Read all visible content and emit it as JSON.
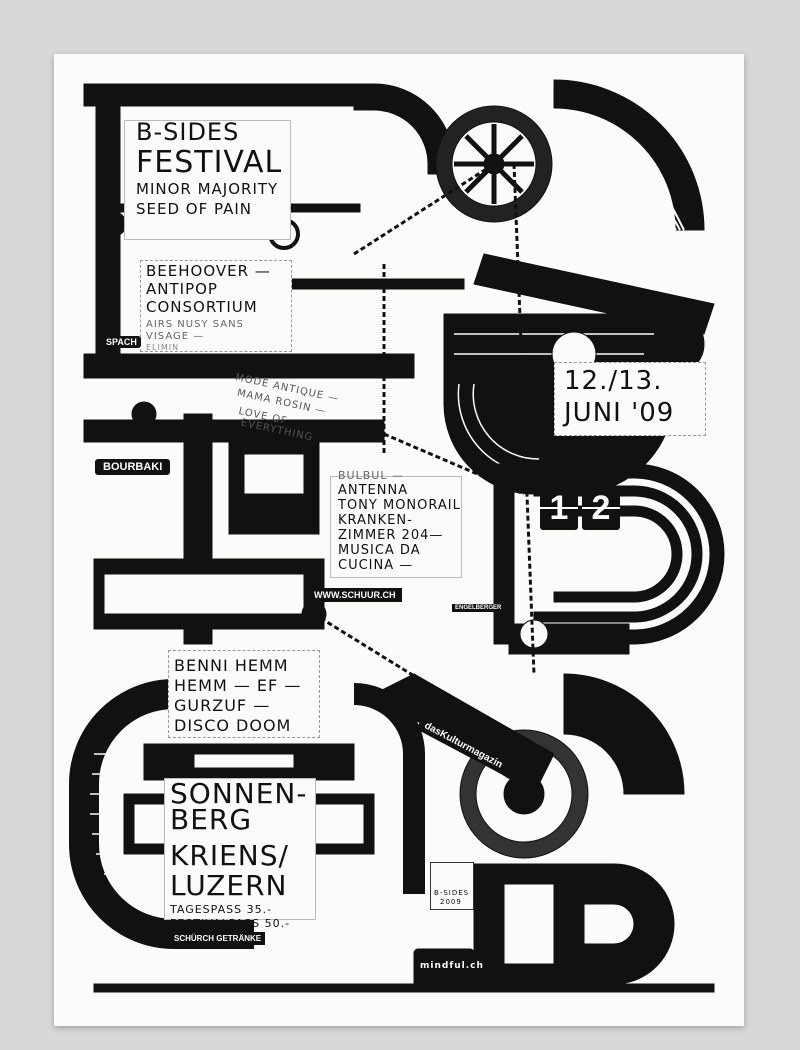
{
  "poster": {
    "headline": {
      "line1": "B-SIDES",
      "line2": "FESTIVAL",
      "line3": "MINOR MAJORITY",
      "line4": "SEED OF PAIN"
    },
    "lineup_block_1": [
      "BEEHOOVER —",
      "ANTIPOP",
      "CONSORTIUM",
      "AIRS NUSY SANS",
      "VISAGE —",
      "ELIMIN"
    ],
    "lineup_block_2": [
      "MODE ANTIQUE —",
      "MAMA ROSIN —",
      "LOVE OF",
      "EVERYTHING"
    ],
    "lineup_block_3": [
      "BULBUL —",
      "ANTENNA",
      "TONY MONORAIL",
      "KRANKEN-",
      "ZIMMER 204—",
      "MUSICA DA",
      "CUCINA —"
    ],
    "lineup_block_4": [
      "BENNI HEMM",
      "HEMM — EF —",
      "GURZUF —",
      "DISCO DOOM"
    ],
    "location": [
      "SONNEN-",
      "BERG",
      "KRIENS/",
      "LUZERN"
    ],
    "prices": [
      "TAGESPASS 35.-",
      "FESTIVALPASS 50.-"
    ],
    "date": {
      "line1": "12./13.",
      "line2": "JUNI '09"
    },
    "flip_clock": [
      "1",
      "2"
    ],
    "sponsors": {
      "bourbaki": "BOURBAKI",
      "schuur": "WWW.SCHUUR.CH",
      "kulturmagazin": "dasKulturmagazin",
      "schurch": "SCHÜRCH GETRÄNKE",
      "mindful": "mindful.ch",
      "spach": "SPACH",
      "bsides_badge_line1": "B-SIDES",
      "bsides_badge_line2": "2009",
      "badge_small": "ENGELBERGER"
    }
  }
}
